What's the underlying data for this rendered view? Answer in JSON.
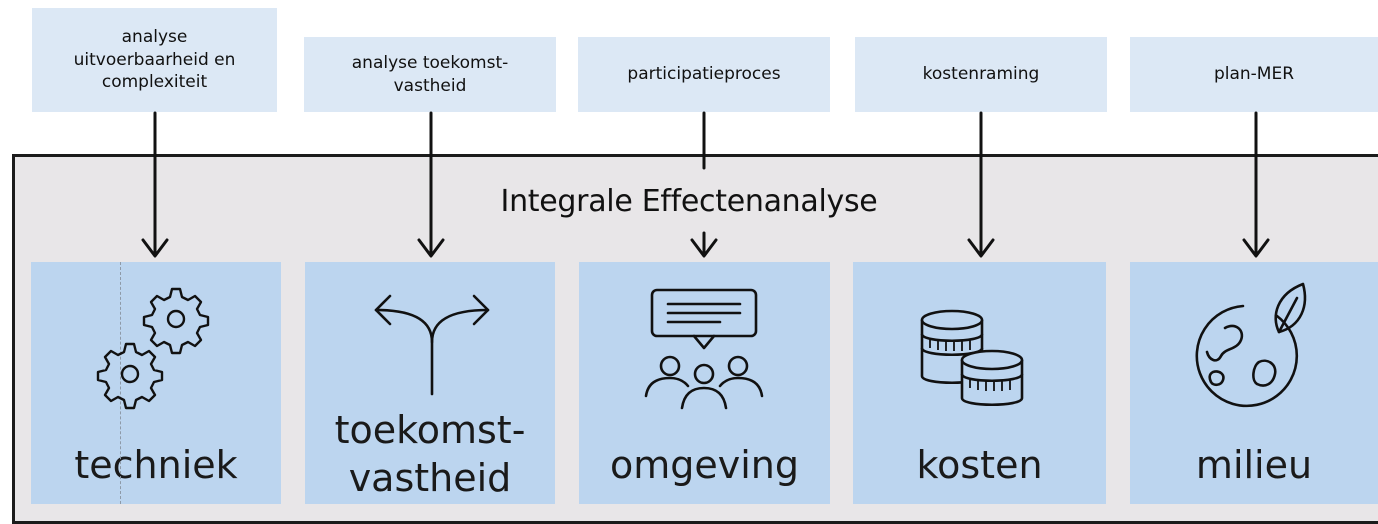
{
  "inputs": [
    {
      "label": "analyse\nuitvoerbaarheid en\ncomplexiteit"
    },
    {
      "label": "analyse toekomst-\nvastheid"
    },
    {
      "label": "participatieproces"
    },
    {
      "label": "kostenraming"
    },
    {
      "label": "plan-MER"
    }
  ],
  "frame": {
    "title": "Integrale Effectenanalyse"
  },
  "cards": [
    {
      "label": "techniek",
      "icon": "gears-icon"
    },
    {
      "label": "toekomst-\nvastheid",
      "icon": "split-arrow-icon"
    },
    {
      "label": "omgeving",
      "icon": "people-chat-icon"
    },
    {
      "label": "kosten",
      "icon": "coins-icon"
    },
    {
      "label": "milieu",
      "icon": "globe-leaf-icon"
    }
  ],
  "colors": {
    "input_box": "#dce8f5",
    "card": "#bcd5ef",
    "frame_bg": "#e8e6e8",
    "frame_border": "#1b1b1b"
  }
}
